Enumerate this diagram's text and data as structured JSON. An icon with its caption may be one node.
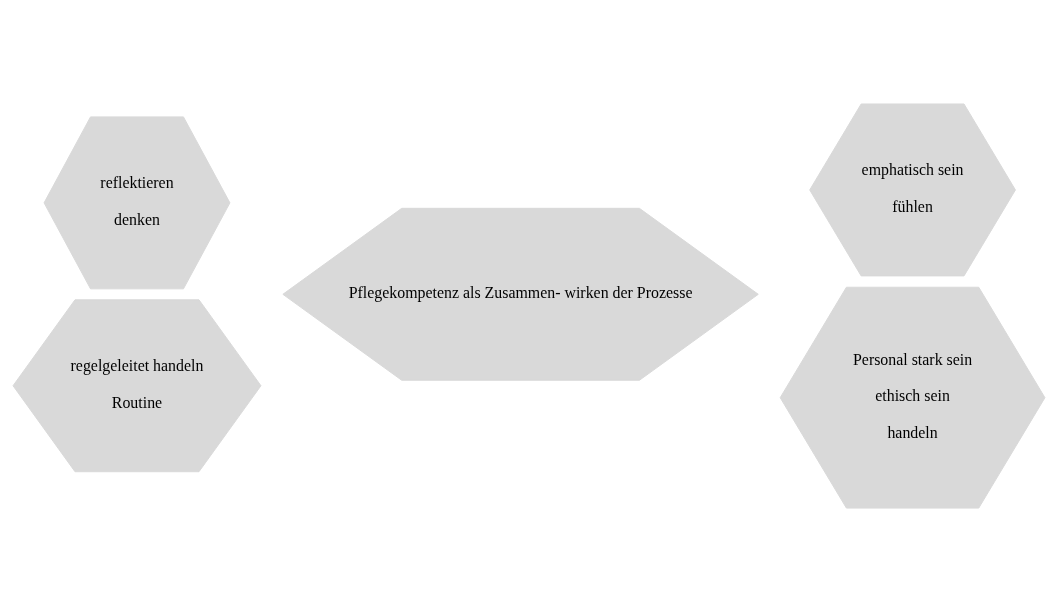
{
  "diagram": {
    "nodes": [
      {
        "text": [
          "reflektieren",
          "denken"
        ]
      },
      {
        "text": [
          "emphatisch sein",
          "fühlen"
        ]
      },
      {
        "text": [
          "Pflegekompetenz als Zusammen- wirken der Prozesse"
        ]
      },
      {
        "text": [
          "regelgeleitet handeln",
          "Routine"
        ]
      },
      {
        "text": [
          "Personal stark sein",
          "ethisch sein",
          "handeln"
        ]
      }
    ],
    "edges": []
  }
}
